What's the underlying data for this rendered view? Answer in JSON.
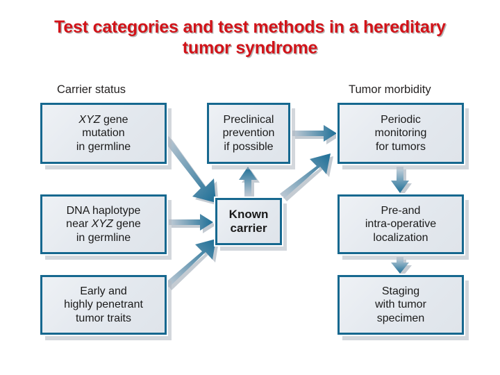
{
  "title": "Test categories and test methods in a hereditary tumor syndrome",
  "colors": {
    "title_red": "#d21319",
    "box_border_teal": "#16688f",
    "box_fill": "#e6eaf0",
    "arrow_dark": "#1d6e96",
    "arrow_light": "#b8c3ce",
    "background": "#ffffff"
  },
  "diagram": {
    "type": "flowchart",
    "headings": {
      "left": "Carrier status",
      "right": "Tumor morbidity"
    },
    "nodes": [
      {
        "id": "xyz-mutation",
        "column": "left",
        "lines": [
          "XYZ gene",
          "mutation",
          "in germline"
        ],
        "italic_terms": [
          "XYZ"
        ],
        "bold": false
      },
      {
        "id": "dna-haplotype",
        "column": "left",
        "lines": [
          "DNA haplotype",
          "near XYZ gene",
          "in germline"
        ],
        "italic_terms": [
          "XYZ"
        ],
        "bold": false
      },
      {
        "id": "early-traits",
        "column": "left",
        "lines": [
          "Early and",
          "highly penetrant",
          "tumor traits"
        ],
        "italic_terms": [],
        "bold": false
      },
      {
        "id": "preclinical",
        "column": "middle",
        "lines": [
          "Preclinical",
          "prevention",
          "if possible"
        ],
        "italic_terms": [],
        "bold": false
      },
      {
        "id": "known-carrier",
        "column": "middle",
        "lines": [
          "Known",
          "carrier"
        ],
        "italic_terms": [],
        "bold": true
      },
      {
        "id": "periodic-monitoring",
        "column": "right",
        "lines": [
          "Periodic",
          "monitoring",
          "for tumors"
        ],
        "italic_terms": [],
        "bold": false
      },
      {
        "id": "pre-intra-op",
        "column": "right",
        "lines": [
          "Pre-and",
          "intra-operative",
          "localization"
        ],
        "italic_terms": [],
        "bold": false
      },
      {
        "id": "staging",
        "column": "right",
        "lines": [
          "Staging",
          "with tumor",
          "specimen"
        ],
        "italic_terms": [],
        "bold": false
      }
    ],
    "edges": [
      {
        "from": "xyz-mutation",
        "to": "known-carrier",
        "direction": "down-right"
      },
      {
        "from": "dna-haplotype",
        "to": "known-carrier",
        "direction": "right"
      },
      {
        "from": "early-traits",
        "to": "known-carrier",
        "direction": "up-right"
      },
      {
        "from": "known-carrier",
        "to": "preclinical",
        "direction": "up"
      },
      {
        "from": "known-carrier",
        "to": "periodic-monitoring",
        "direction": "up-right"
      },
      {
        "from": "preclinical",
        "to": "periodic-monitoring",
        "direction": "right"
      },
      {
        "from": "periodic-monitoring",
        "to": "pre-intra-op",
        "direction": "down"
      },
      {
        "from": "pre-intra-op",
        "to": "staging",
        "direction": "down"
      }
    ]
  }
}
